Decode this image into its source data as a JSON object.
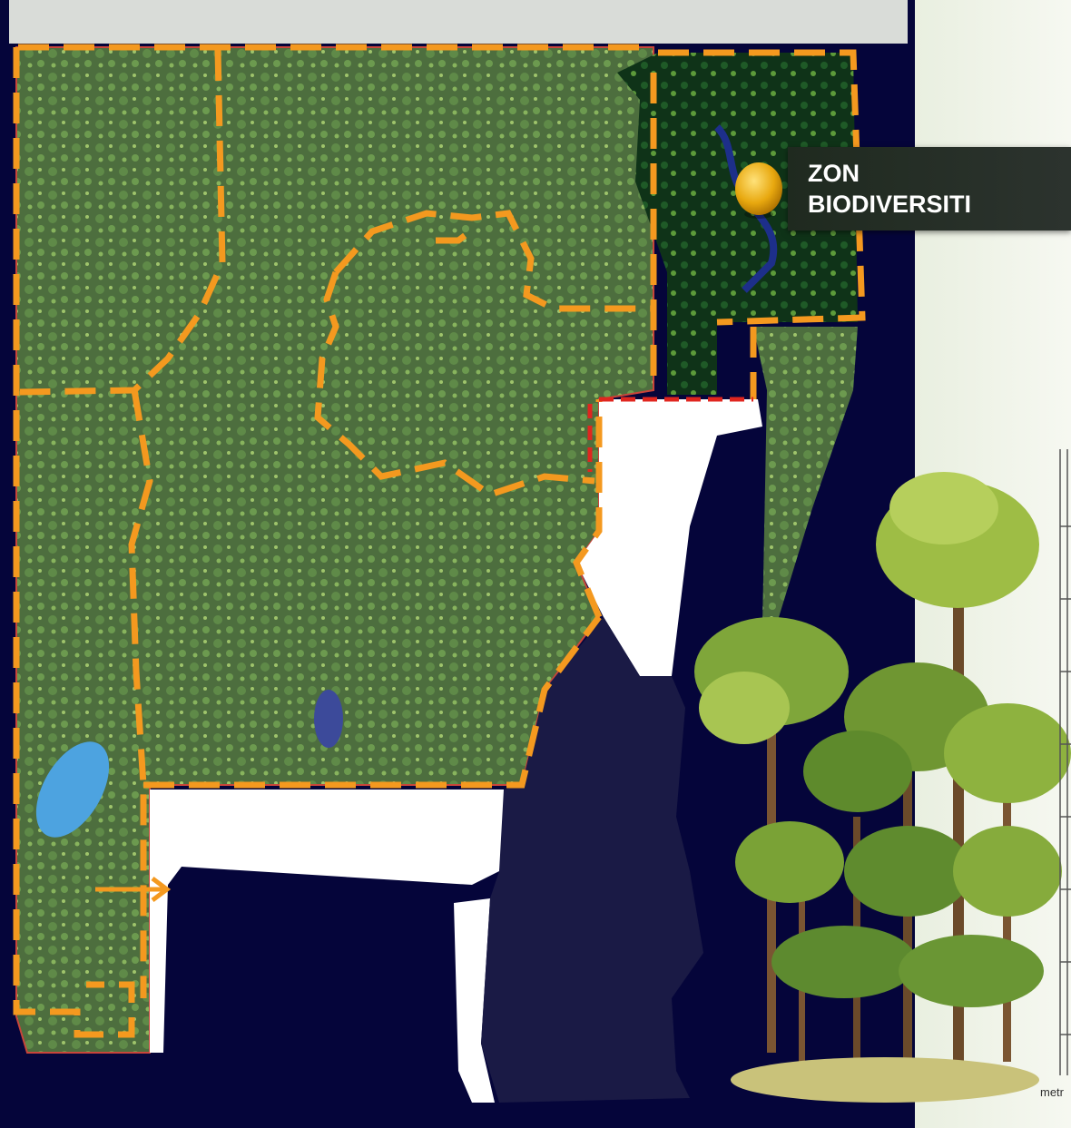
{
  "zone_label": {
    "line1": "ZON",
    "line2": "BIODIVERSITI"
  },
  "scale": {
    "unit_label": "metr"
  },
  "colors": {
    "background": "#05053a",
    "park_green": "#4b6b3c",
    "dark_forest": "#0f3318",
    "zone_boundary": "#f4991f",
    "site_boundary_red": "#e0261f",
    "water": "#4da3e0",
    "marker_gold": "#f0b21a"
  },
  "icons": {
    "zone_marker": "location-pin-icon"
  }
}
